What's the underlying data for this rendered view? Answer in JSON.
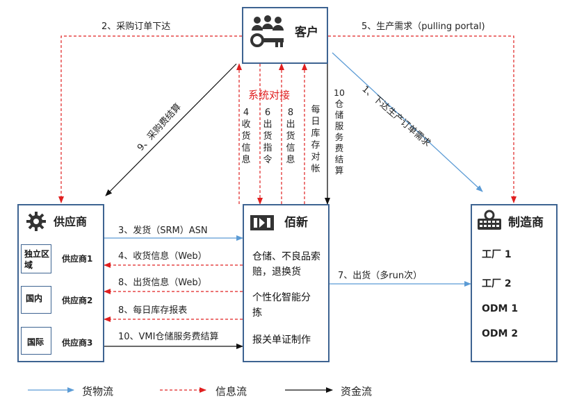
{
  "nodes": {
    "customer": {
      "label": "客户"
    },
    "supplier": {
      "label": "供应商",
      "groups": [
        {
          "region": "独立区 域",
          "name": "供应商1"
        },
        {
          "region": "国内",
          "name": "供应商2"
        },
        {
          "region": "国际",
          "name": "供应商3"
        }
      ]
    },
    "baixin": {
      "label": "佰新",
      "services": [
        "仓储、不良品索赔，退换货",
        "个性化智能分拣",
        "报关单证制作"
      ]
    },
    "manufacturer": {
      "label": "制造商",
      "items": [
        "工厂 1",
        "工厂 2",
        "ODM 1",
        "ODM 2"
      ]
    }
  },
  "flows": {
    "f1": "1、下达生产订单需求",
    "f2": "2、采购订单下达",
    "f3": "3、发货（SRM）ASN",
    "f4": "4、收货信息（Web）",
    "f5": "5、生产需求（pulling portal)",
    "f7": "7、出货（多run次）",
    "f8a": "8、出货信息（Web）",
    "f8b": "8、每日库存报表",
    "f9": "9、采购费结算",
    "f10": "10、VMI仓储服务费结算",
    "sys": "系统对接",
    "v4": "4收货信息",
    "v6": "6出货指令",
    "v8": "8出货信息",
    "vdaily": "每日库存对帐",
    "v10": "10仓储服务费结算"
  },
  "legend": [
    {
      "label": "货物流",
      "color": "#5b9bd5",
      "style": "solid"
    },
    {
      "label": "信息流",
      "color": "#e02020",
      "style": "dashed"
    },
    {
      "label": "资金流",
      "color": "#111111",
      "style": "solid"
    }
  ],
  "colors": {
    "goods": "#5b9bd5",
    "info": "#e02020",
    "money": "#111111",
    "border": "#3d6391",
    "accent_red": "#e02020"
  }
}
